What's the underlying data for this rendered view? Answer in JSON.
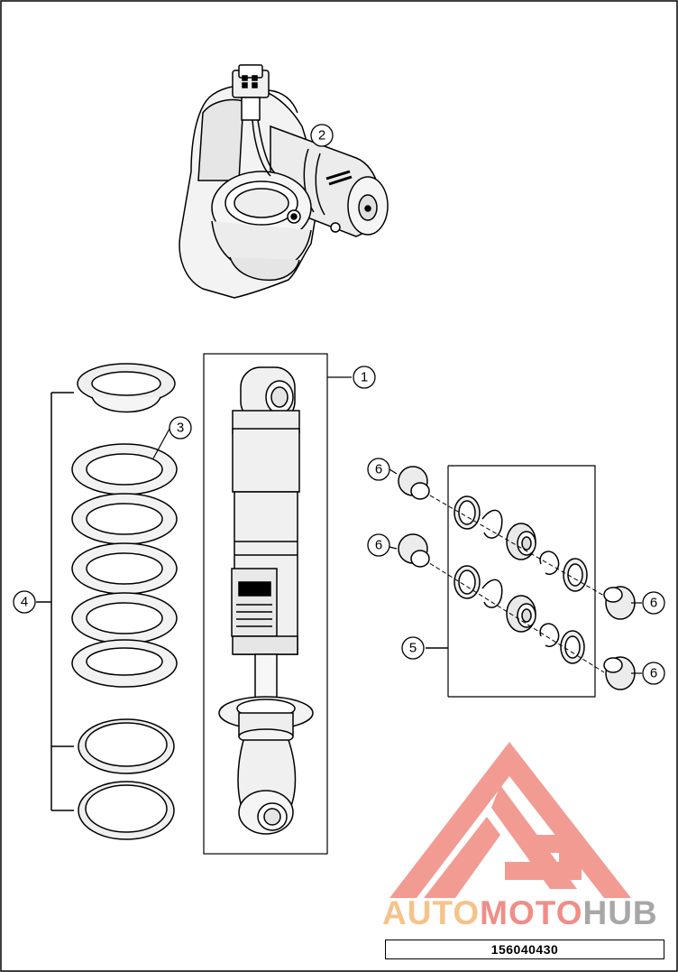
{
  "diagram": {
    "part_number": "156040430",
    "callouts": [
      {
        "id": "callout-1",
        "label": "1"
      },
      {
        "id": "callout-2",
        "label": "2"
      },
      {
        "id": "callout-3",
        "label": "3"
      },
      {
        "id": "callout-4",
        "label": "4"
      },
      {
        "id": "callout-5",
        "label": "5"
      },
      {
        "id": "callout-6a",
        "label": "6"
      },
      {
        "id": "callout-6b",
        "label": "6"
      },
      {
        "id": "callout-6c",
        "label": "6"
      },
      {
        "id": "callout-6d",
        "label": "6"
      }
    ]
  },
  "watermark": {
    "part1": "AUTO",
    "part2": "MOTO",
    "part3": "HUB",
    "colors": {
      "auto": "#f5c38a",
      "moto": "#ef8e87",
      "hub": "#a7a7a7",
      "logo": "#f08a80"
    }
  }
}
